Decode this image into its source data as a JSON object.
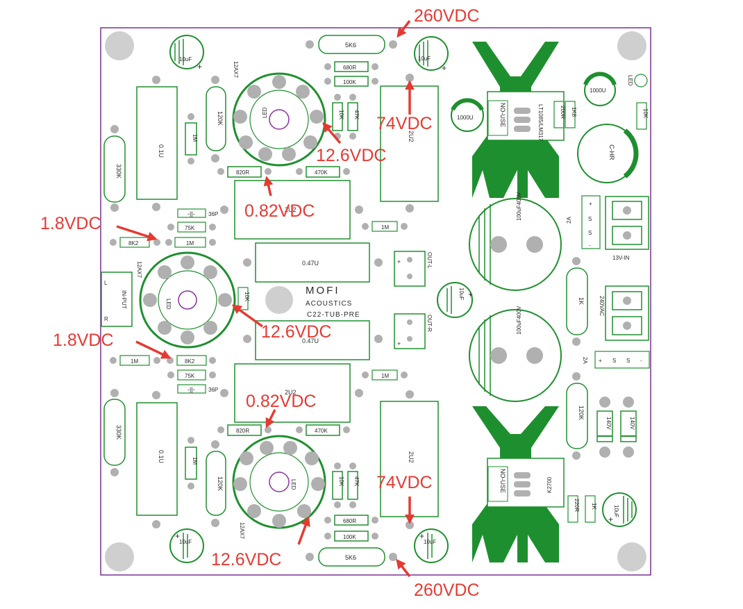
{
  "board": {
    "brand_line1": "MOFI",
    "brand_line2": "ACOUSTICS",
    "model": "C22-TUB-PRE",
    "colors": {
      "outline": "#7b2f8f",
      "silk": "#1e8f2e",
      "pad": "#b0b0b0",
      "hole": "#cfcfcf",
      "arrow": "#e53a32",
      "text": "#222222"
    }
  },
  "labels": {
    "res_5k6": "5K6",
    "res_680r": "680R",
    "res_100k": "100K",
    "res_10k": "10K",
    "res_47k": "47K",
    "res_820r": "820R",
    "res_470k": "470K",
    "res_120k": "120K",
    "res_1m": "1M",
    "res_330k": "330K",
    "res_75k": "75K",
    "res_8k2": "8K2",
    "res_1k": "1K",
    "res_200r": "200R",
    "res_1k8": "1K8",
    "res_220r": "220R",
    "cap_10uf": "10uF",
    "cap_0u1": "0.1U",
    "cap_2u2": "2U2",
    "cap_047u": "0.47U",
    "cap_36p": "36P",
    "cap_1000u": "1000U",
    "cap_100uf400v": "100uF400V",
    "tube": "12AX7",
    "led": "LED",
    "no_use": "NO-USE",
    "reg_top": "LT1085/LM317",
    "reg_bottom": "K2700",
    "c_hr": "C-HR",
    "out_l": "OUT-L",
    "out_r": "OUT-R",
    "input": "IN-PUT",
    "v13": "13V-IN",
    "v240": "240VAC",
    "fuse": "2A",
    "z140": "140V",
    "plus": "+",
    "minus": "-",
    "s": "S",
    "L": "L",
    "R": "R"
  },
  "annotations": {
    "v260_top": "260VDC",
    "v74_top": "74VDC",
    "v126_top": "12.6VDC",
    "v082_top": "0.82VDC",
    "v18_a": "1.8VDC",
    "v126_mid": "12.6VDC",
    "v18_b": "1.8VDC",
    "v082_bottom": "0.82VDC",
    "v74_bottom": "74VDC",
    "v126_bottom": "12.6VDC",
    "v260_bottom": "260VDC"
  }
}
